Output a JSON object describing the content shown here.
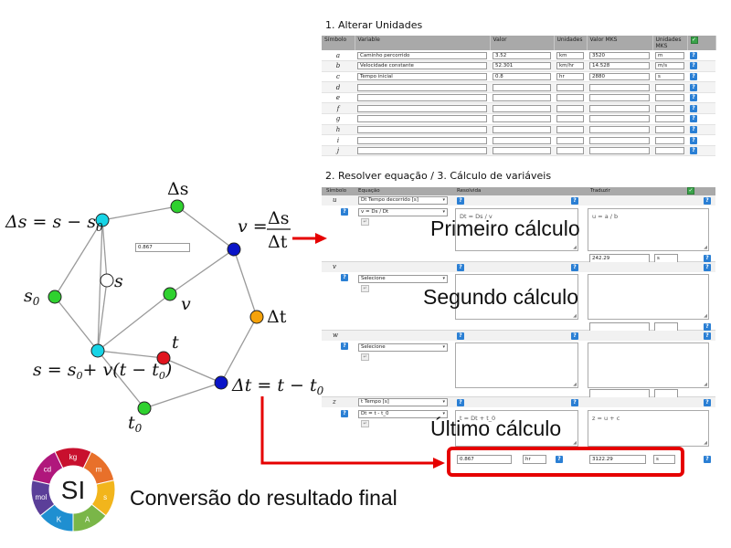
{
  "graph": {
    "labels": {
      "ds_top": "Δs",
      "ds_eq": "Δs = s − s",
      "ds_eq_sub": "0",
      "s": "s",
      "s0": "s",
      "s0_sub": "0",
      "v": "v",
      "v_eq_lhs": "v =",
      "v_eq_num": "Δs",
      "v_eq_den": "Δt",
      "dt": "Δt",
      "t": "t",
      "dt_eq": "Δt = t − t",
      "dt_eq_sub": "0",
      "s_eq": "s = s",
      "s_eq_rest": "+ v(t − t",
      "s_eq_sub0": "0",
      "s_eq_sub1": "0",
      "s_eq_close": ")",
      "t0": "t",
      "t0_sub": "0"
    },
    "colors": {
      "cyan": "#17d4e6",
      "green": "#2fd12f",
      "blue": "#0a14c8",
      "orange": "#f5a20a",
      "red": "#e0141e",
      "white": "#ffffff"
    }
  },
  "panel1": {
    "title": "1. Alterar Unidades",
    "headers": [
      "Símbolo",
      "Variable",
      "Valor",
      "Unidades",
      "Valor MKS",
      "Unidades MKS"
    ],
    "rows": [
      {
        "sym": "a",
        "variable": "Caminho percorrido",
        "valor": "3.52",
        "unidade": "km",
        "mks": "3520",
        "unidade_mks": "m"
      },
      {
        "sym": "b",
        "variable": "Velocidade constante",
        "valor": "52.301",
        "unidade": "km/hr",
        "mks": "14.528",
        "unidade_mks": "m/s"
      },
      {
        "sym": "c",
        "variable": "Tempo inicial",
        "valor": "0.8",
        "unidade": "hr",
        "mks": "2880",
        "unidade_mks": "s"
      },
      {
        "sym": "d",
        "variable": "",
        "valor": "",
        "unidade": "",
        "mks": "",
        "unidade_mks": ""
      },
      {
        "sym": "e",
        "variable": "",
        "valor": "",
        "unidade": "",
        "mks": "",
        "unidade_mks": ""
      },
      {
        "sym": "f",
        "variable": "",
        "valor": "",
        "unidade": "",
        "mks": "",
        "unidade_mks": ""
      },
      {
        "sym": "g",
        "variable": "",
        "valor": "",
        "unidade": "",
        "mks": "",
        "unidade_mks": ""
      },
      {
        "sym": "h",
        "variable": "",
        "valor": "",
        "unidade": "",
        "mks": "",
        "unidade_mks": ""
      },
      {
        "sym": "i",
        "variable": "",
        "valor": "",
        "unidade": "",
        "mks": "",
        "unidade_mks": ""
      },
      {
        "sym": "j",
        "variable": "",
        "valor": "",
        "unidade": "",
        "mks": "",
        "unidade_mks": ""
      }
    ],
    "help": "?",
    "ok": "✓"
  },
  "panel2": {
    "title": "2. Resolver equação / 3. Cálculo de variáveis",
    "headers": {
      "simbolo": "Símbolo",
      "equacao": "Equação",
      "resolvida": "Resolvida",
      "traduzir": "Traduzir"
    },
    "blocks": [
      {
        "sym": "u",
        "select1": "Dt Tempo decorrido [s]",
        "select2": "v = Ds / Dt",
        "resolved": "Dt = Ds / v",
        "translated": "u = a / b",
        "result": "242.29",
        "result_unit": "s"
      },
      {
        "sym": "v",
        "select1": "",
        "select2": "Selecione",
        "resolved": "",
        "translated": "",
        "result": "",
        "result_unit": ""
      },
      {
        "sym": "w",
        "select1": "",
        "select2": "Selecione",
        "resolved": "",
        "translated": "",
        "result": "",
        "result_unit": ""
      },
      {
        "sym": "z",
        "select1": "t Tempo [s]",
        "select2": "Dt = t - t_0",
        "resolved": "t = Dt + t_0",
        "translated": "z = u + c",
        "result": "",
        "result_unit": ""
      }
    ],
    "final": {
      "value": "0.867",
      "unit": "hr",
      "mks": "3122.29",
      "mks_unit": "s"
    },
    "help": "?"
  },
  "annotations": {
    "primeiro": "Primeiro cálculo",
    "segundo": "Segundo cálculo",
    "ultimo": "Último cálculo",
    "conversao": "Conversão do resultado final"
  },
  "si_logo": {
    "center": "SI",
    "segments": [
      "kg",
      "m",
      "s",
      "A",
      "K",
      "mol",
      "cd"
    ],
    "colors": [
      "#c8102e",
      "#e8702a",
      "#f2b51c",
      "#7ab648",
      "#1f8fd1",
      "#5b3f99",
      "#b0177c"
    ]
  }
}
